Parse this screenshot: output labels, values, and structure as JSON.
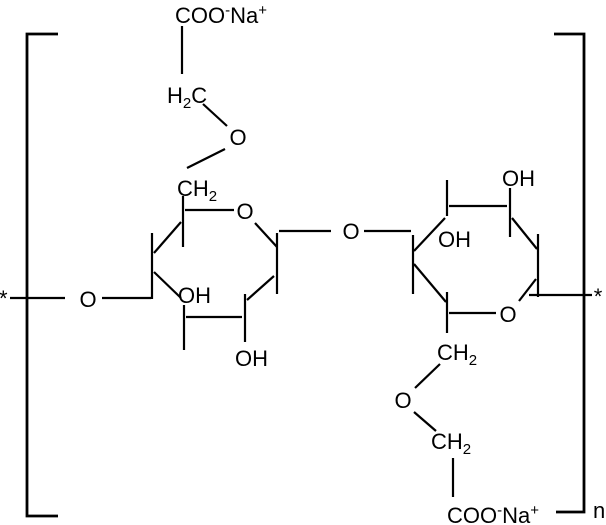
{
  "figure": {
    "kind": "chemical-structure-diagram",
    "background_color": "#ffffff",
    "line_color": "#000000"
  },
  "labels": {
    "asterisk_left": "*",
    "asterisk_right": "*",
    "repeat_index": "n",
    "carboxylate_top": {
      "main": "COO",
      "charge": "-",
      "counterion": "Na",
      "counterion_charge": "+"
    },
    "carboxylate_bottom": {
      "main": "COO",
      "charge": "-",
      "counterion": "Na",
      "counterion_charge": "+"
    },
    "h2c_top": {
      "hydrogen": "H",
      "count": "2",
      "carbon": "C"
    },
    "ch2_top": {
      "main": "CH",
      "count": "2"
    },
    "ch2_right_upper": {
      "main": "CH",
      "count": "2"
    },
    "ch2_right_lower": {
      "main": "CH",
      "count": "2"
    },
    "ether_o_top": "O",
    "ether_o_right": "O",
    "ring_o_left": "O",
    "ring_o_right": "O",
    "glycosidic_o_middle": "O",
    "glycosidic_o_left": "O",
    "oh_left_inner": "OH",
    "oh_left_bottom": "OH",
    "oh_right_top": "OH",
    "oh_right_inner": "OH"
  }
}
